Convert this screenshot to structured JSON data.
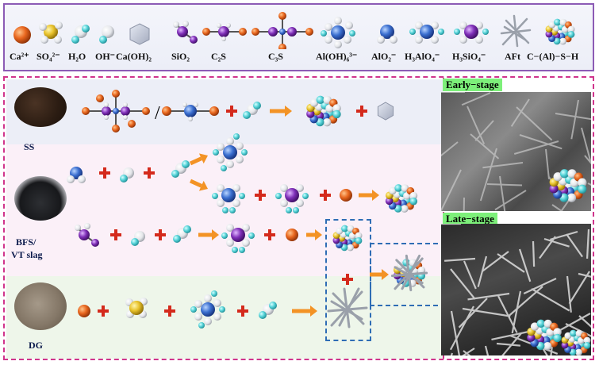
{
  "legend": {
    "items": [
      {
        "id": "ca",
        "label": "Ca²⁺"
      },
      {
        "id": "so4",
        "label": "SO₄²⁻"
      },
      {
        "id": "h2o",
        "label": "H₂O"
      },
      {
        "id": "oh",
        "label": "OH⁻"
      },
      {
        "id": "caoh2",
        "label": "Ca(OH)₂"
      },
      {
        "id": "sio2",
        "label": "SiO₂"
      },
      {
        "id": "c2s",
        "label": "C₂S"
      },
      {
        "id": "c3s",
        "label": "C₃S"
      },
      {
        "id": "aloh6",
        "label": "Al(OH)₆³⁻"
      },
      {
        "id": "alo2",
        "label": "AlO₂⁻"
      },
      {
        "id": "h3alo4",
        "label": "H₃AlO₄⁻"
      },
      {
        "id": "h3sio4",
        "label": "H₃SiO₄⁻"
      },
      {
        "id": "aft",
        "label": "AFt"
      },
      {
        "id": "cash",
        "label": "C−(Al)−S−H"
      }
    ]
  },
  "samples": {
    "ss": {
      "label": "SS"
    },
    "bfs": {
      "label_line1": "BFS/",
      "label_line2": "VT slag"
    },
    "dg": {
      "label": "DG"
    }
  },
  "reactions": {
    "separator": "/",
    "plus": "+"
  },
  "sem": {
    "early_label": "Early−stage",
    "late_label": "Late−stage"
  },
  "colors": {
    "frame_legend": "#8c5bb5",
    "frame_main": "#d0348c",
    "op_box": "#2f6db5",
    "arrow": "#f39325",
    "plus": "#d42a1c",
    "sem_tag": "#7df07a"
  }
}
